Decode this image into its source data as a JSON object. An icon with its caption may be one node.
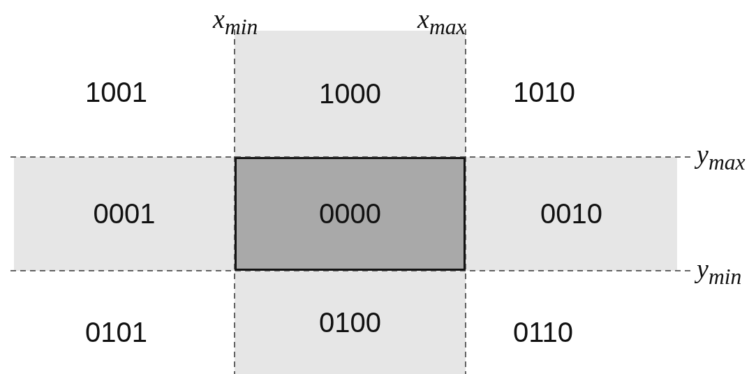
{
  "diagram": {
    "nodes": [
      {
        "text": [
          "1000"
        ]
      },
      {
        "text": [
          "0001"
        ]
      },
      {
        "text": [
          "0000"
        ]
      },
      {
        "text": [
          "0010"
        ]
      },
      {
        "text": [
          "0100"
        ]
      }
    ],
    "labels": [
      "x$_{min}$",
      "x$_{max}$",
      "1001",
      "1010",
      "y$_{max}$",
      "y$_{min}$",
      "0101",
      "0110"
    ]
  }
}
